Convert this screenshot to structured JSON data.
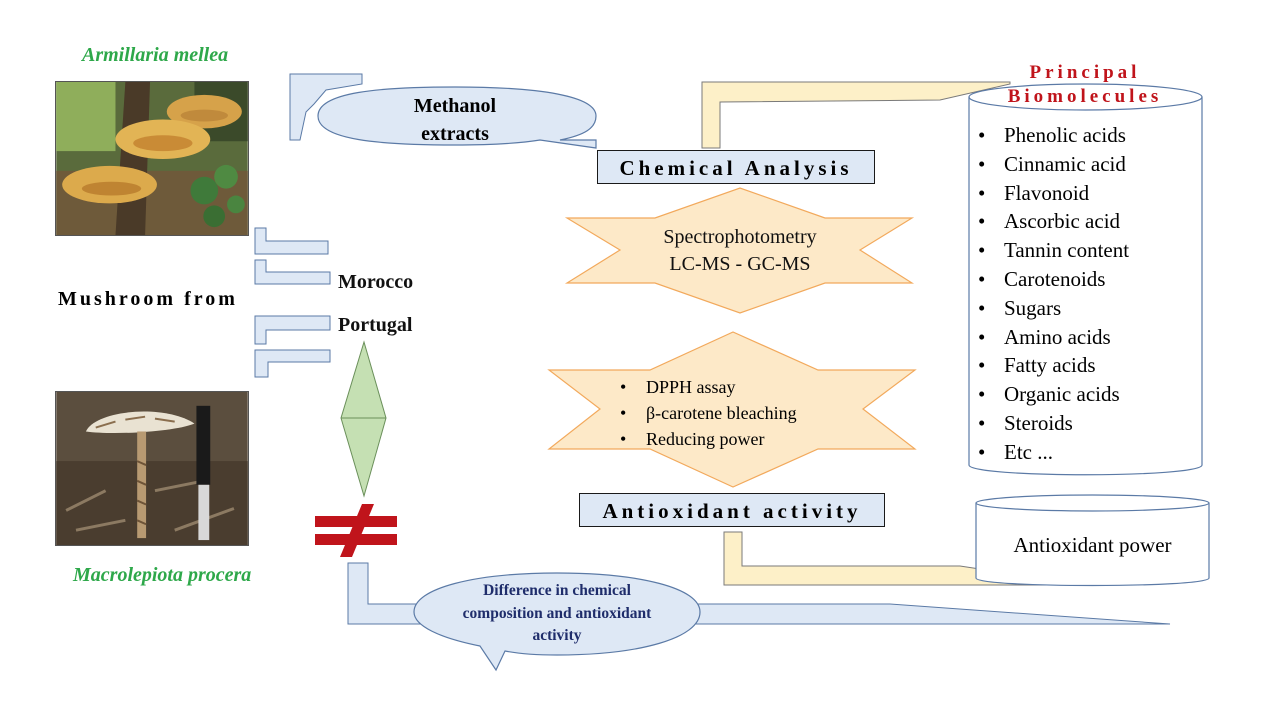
{
  "species": {
    "top": "Armillaria mellea",
    "bottom": "Macrolepiota procera"
  },
  "origin": {
    "label": "Mushroom from",
    "countries": [
      "Morocco",
      "Portugal"
    ]
  },
  "extraction": "Methanol extracts",
  "chemical_analysis": {
    "title": "Chemical Analysis",
    "methods": [
      "Spectrophotometry",
      "LC-MS - GC-MS"
    ]
  },
  "antioxidant": {
    "title": "Antioxidant activity",
    "assays": [
      "DPPH assay",
      "β-carotene bleaching",
      "Reducing power"
    ]
  },
  "biomolecules": {
    "title_line1": "Principal",
    "title_line2": "Biomolecules",
    "items": [
      "Phenolic acids",
      "Cinnamic acid",
      "Flavonoid",
      "Ascorbic acid",
      "Tannin content",
      "Carotenoids",
      "Sugars",
      "Amino acids",
      "Fatty acids",
      "Organic acids",
      "Steroids",
      "Etc ..."
    ]
  },
  "antioxidant_power": "Antioxidant power",
  "conclusion": "Difference in chemical composition and antioxidant activity",
  "colors": {
    "species_green": "#2ea84a",
    "box_blue": "#dee8f5",
    "callout_cream": "#fdf0c8",
    "star_fill": "#fde9c8",
    "star_stroke": "#f2a95c",
    "diamond_green": "#c5e0b3",
    "not_equal_red": "#c0141b",
    "biomolecule_title_red": "#c0141b",
    "conclusion_navy": "#1f2d6b"
  }
}
